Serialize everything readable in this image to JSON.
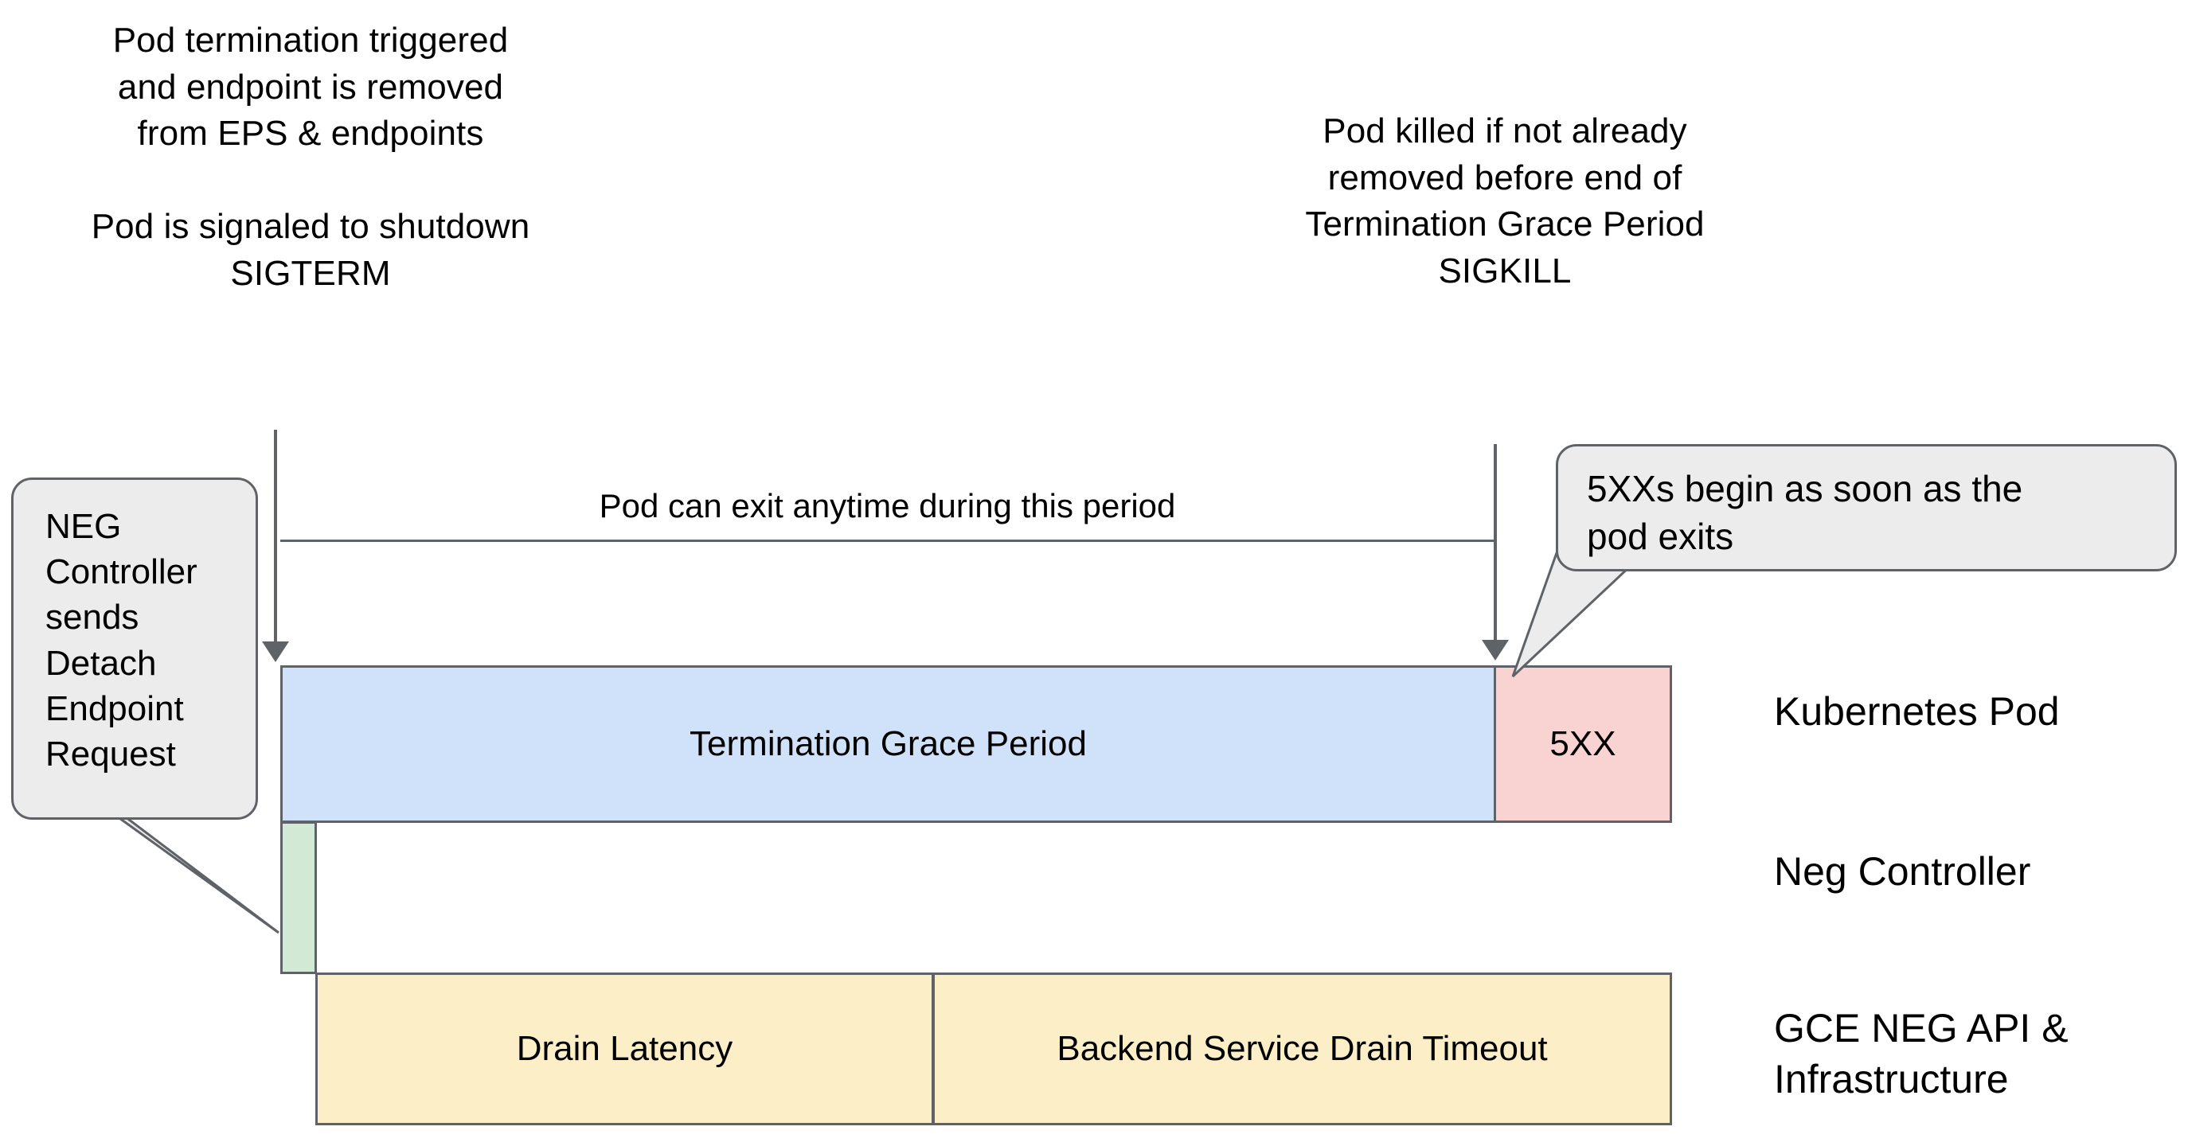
{
  "diagram": {
    "title_notes": {
      "left": "Pod termination triggered\nand endpoint is removed\nfrom EPS & endpoints\n\nPod is signaled to shutdown\nSIGTERM",
      "right": "Pod killed if not already\nremoved before end of\nTermination Grace Period\nSIGKILL"
    },
    "period_caption": "Pod can exit anytime during this period",
    "callouts": [
      {
        "id": "neg-controller-callout",
        "text": "NEG\nController\nsends\nDetach\nEndpoint\nRequest"
      },
      {
        "id": "5xx-callout",
        "text": "5XXs begin as soon as the\npod exits"
      }
    ],
    "bars": [
      {
        "id": "termination-grace-period",
        "label": "Termination Grace Period",
        "color": "#d0e2fa",
        "lane": "Kubernetes Pod"
      },
      {
        "id": "5xx",
        "label": "5XX",
        "color": "#f9d2d2",
        "lane": "Kubernetes Pod"
      },
      {
        "id": "neg-controller",
        "label": "",
        "color": "#d2ead5",
        "lane": "Neg Controller"
      },
      {
        "id": "drain-latency",
        "label": "Drain Latency",
        "color": "#fcefc7",
        "lane": "GCE NEG API & Infrastructure"
      },
      {
        "id": "backend-service-drain-timeout",
        "label": "Backend Service Drain Timeout",
        "color": "#fcefc7",
        "lane": "GCE NEG API & Infrastructure"
      }
    ],
    "lanes": [
      {
        "id": "kubernetes-pod",
        "label": "Kubernetes Pod"
      },
      {
        "id": "neg-controller",
        "label": "Neg Controller"
      },
      {
        "id": "gce-neg-api",
        "label": "GCE NEG API &\nInfrastructure"
      }
    ],
    "colors": {
      "stroke": "#5f6368",
      "blue": "#d0e2fa",
      "pink": "#f9d2d2",
      "green": "#d2ead5",
      "yellow": "#fcefc7",
      "callout_fill": "#ececec",
      "background": "#ffffff"
    }
  }
}
